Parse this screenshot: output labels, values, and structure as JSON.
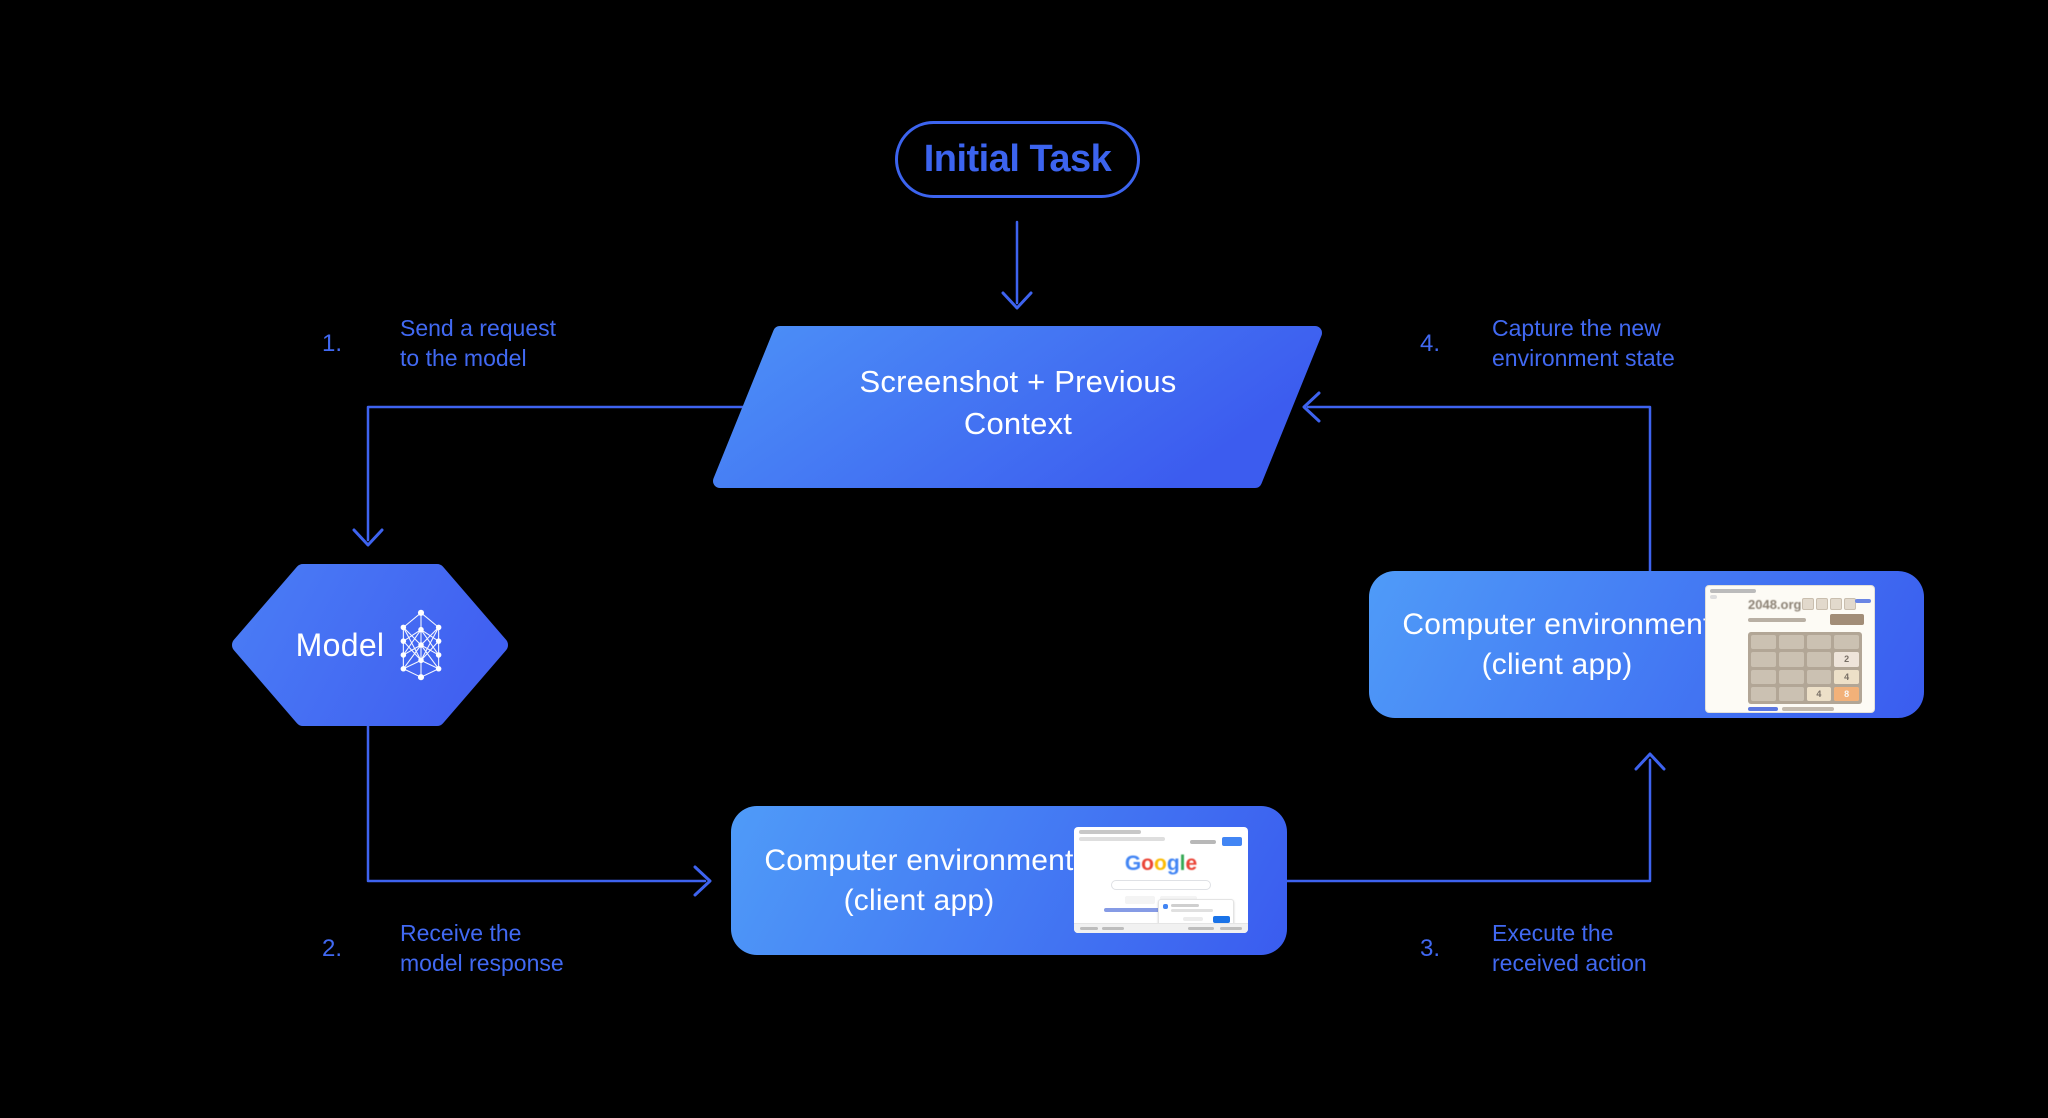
{
  "canvas": {
    "background": "#000000"
  },
  "colors": {
    "connector_line": "#3E63EF",
    "label_text": "#4169F2",
    "pill_outline": "#3C64EF",
    "shape_gradient_light": "#4F9BF8",
    "shape_gradient_dark": "#3A5CEF",
    "shape_text": "#FFFFFF"
  },
  "initial_task": {
    "label": "Initial Task"
  },
  "context_shape": {
    "line1": "Screenshot + Previous",
    "line2": "Context"
  },
  "model": {
    "label": "Model"
  },
  "env_box_top": {
    "title": "Computer environment",
    "subtitle": "(client app)"
  },
  "env_box_bottom": {
    "title": "Computer environment",
    "subtitle": "(client app)"
  },
  "steps": [
    {
      "num": "1.",
      "line1": "Send a request",
      "line2": "to the model"
    },
    {
      "num": "2.",
      "line1": "Receive the",
      "line2": "model response"
    },
    {
      "num": "3.",
      "line1": "Execute the",
      "line2": "received action"
    },
    {
      "num": "4.",
      "line1": "Capture the new",
      "line2": "environment state"
    }
  ],
  "mini_google": {
    "logo": [
      {
        "ch": "G",
        "color": "#4285F4"
      },
      {
        "ch": "o",
        "color": "#EA4335"
      },
      {
        "ch": "o",
        "color": "#FBBC05"
      },
      {
        "ch": "g",
        "color": "#4285F4"
      },
      {
        "ch": "l",
        "color": "#34A853"
      },
      {
        "ch": "e",
        "color": "#EA4335"
      }
    ],
    "signin_color": "#4285F4",
    "dialog_button_color": "#1A73E8"
  },
  "mini_2048": {
    "site": "2048.org",
    "tiles": [
      {
        "value": "2",
        "bg": "#EEE4DA",
        "fg": "#776E65"
      },
      {
        "value": "4",
        "bg": "#EDE0C8",
        "fg": "#776E65"
      },
      {
        "value": "4",
        "bg": "#EDE0C8",
        "fg": "#776E65"
      },
      {
        "value": "8",
        "bg": "#F2B179",
        "fg": "#F9F6F2"
      }
    ]
  }
}
